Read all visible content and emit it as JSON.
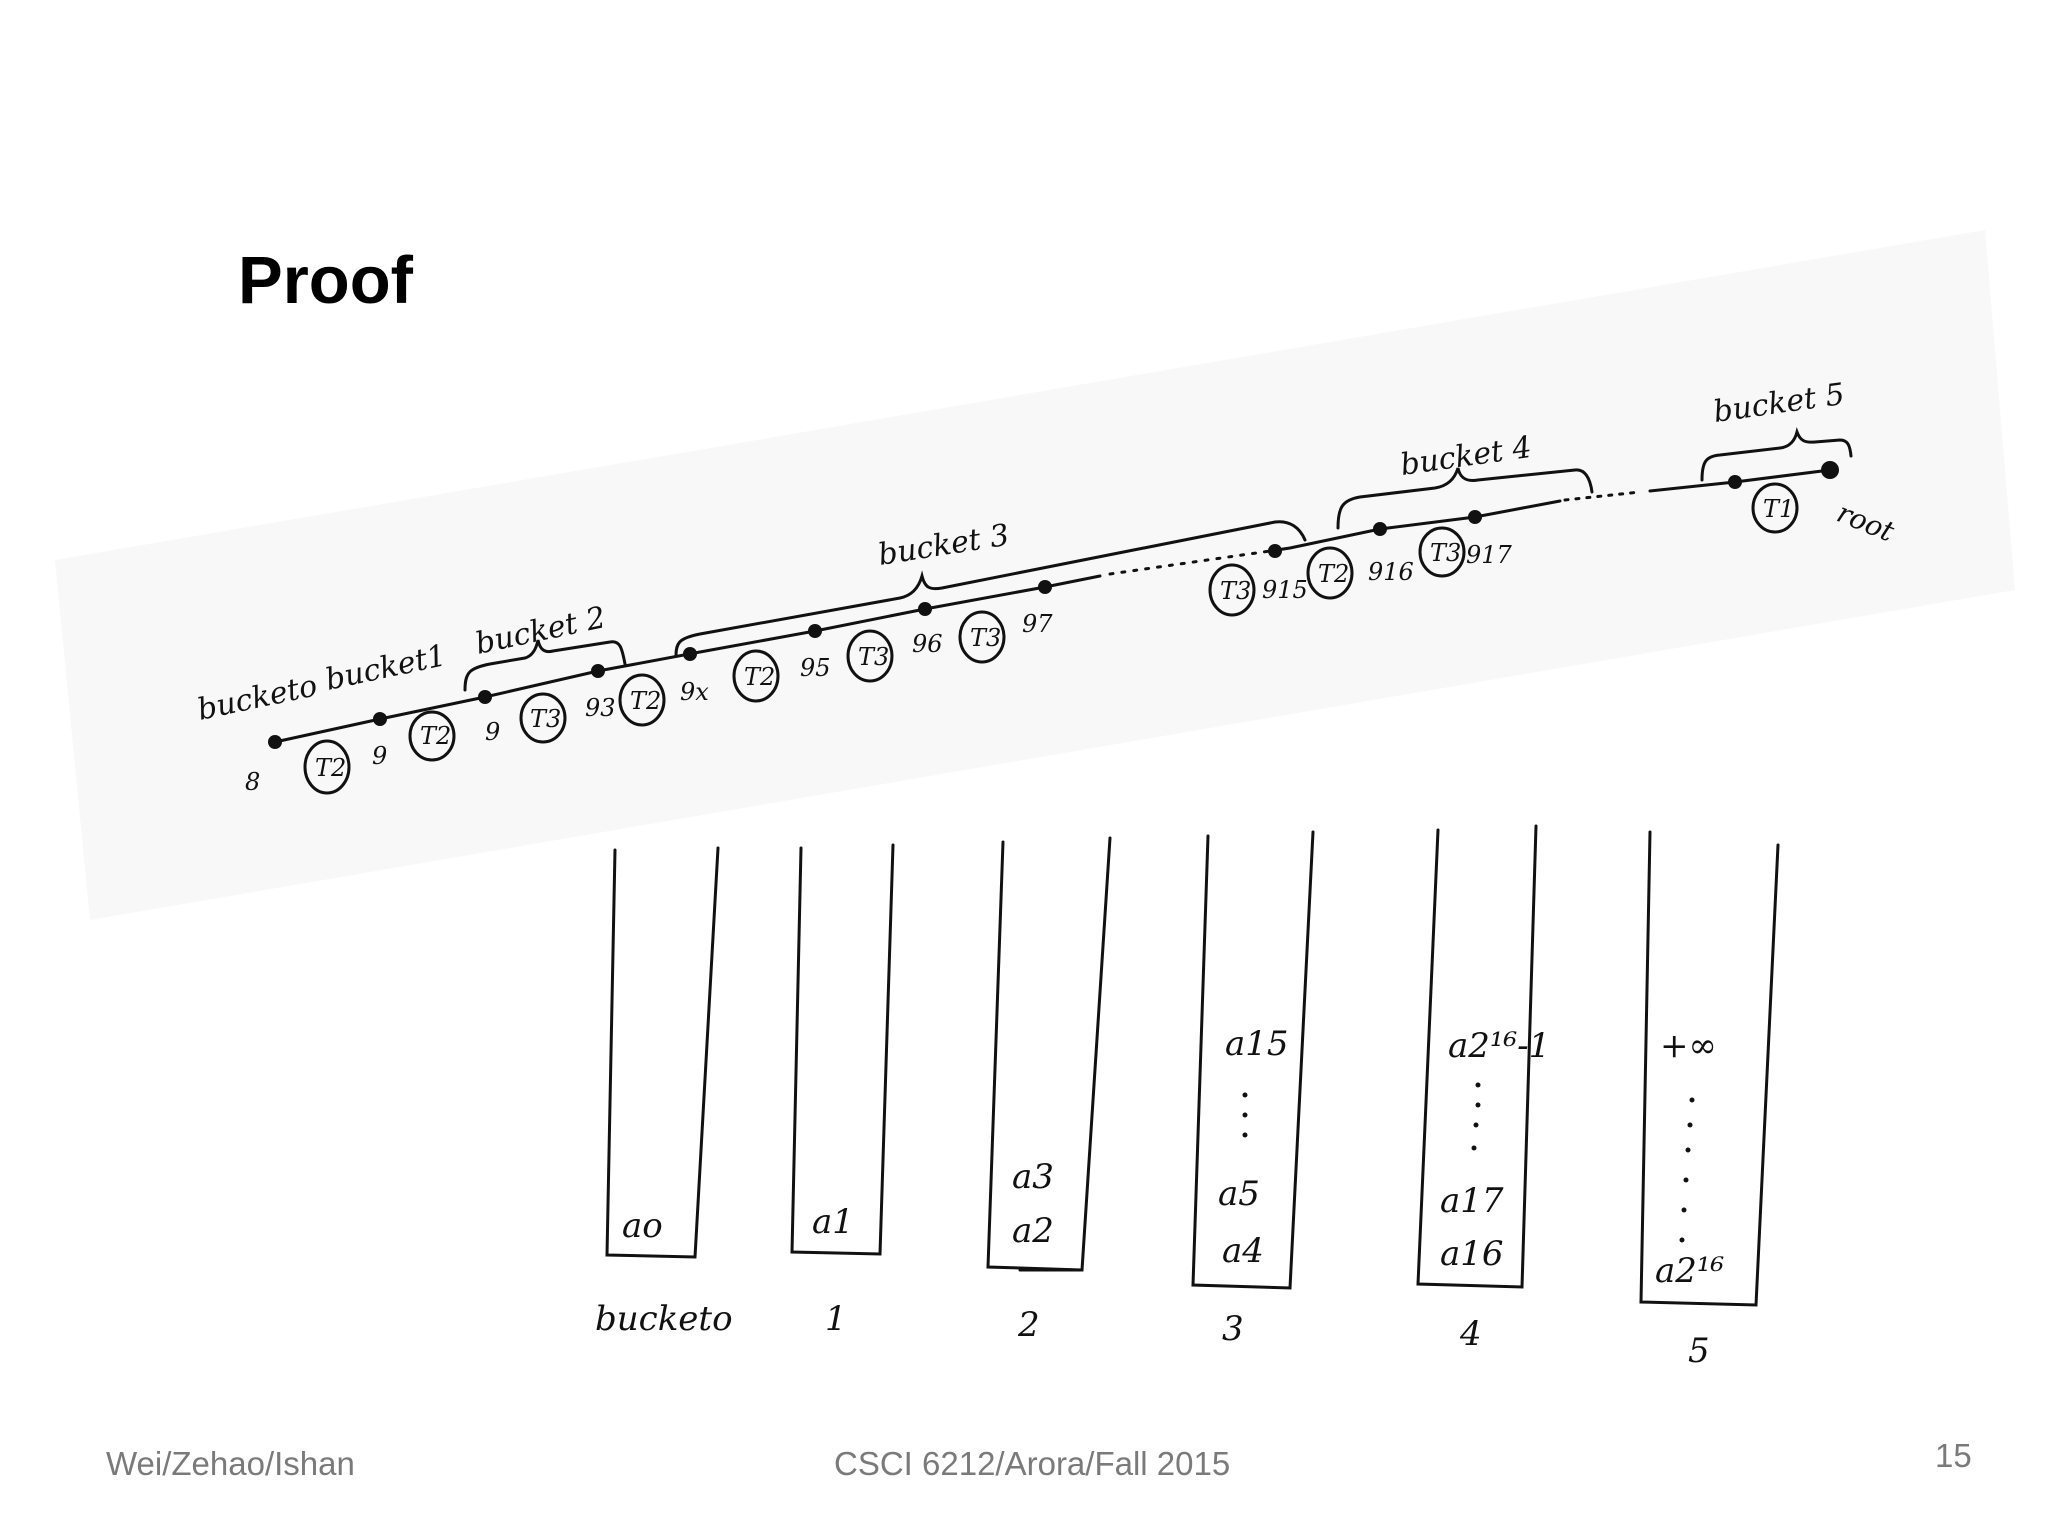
{
  "slide": {
    "title": "Proof",
    "footer_left": "Wei/Zehao/Ishan",
    "footer_center": "CSCI 6212/Arora/Fall 2015",
    "page_number": "15"
  },
  "path_diagram": {
    "bucket_labels": [
      "bucketo",
      "bucket1",
      "bucket 2",
      "bucket 3",
      "bucket 4",
      "bucket 5"
    ],
    "node_labels": [
      "8",
      "T2",
      "9",
      "T2",
      "9",
      "T3",
      "93",
      "T2",
      "9x",
      "T2",
      "95",
      "T3",
      "96",
      "T3",
      "97",
      "T3",
      "915",
      "T2",
      "916",
      "T3",
      "917",
      "T1"
    ],
    "root_label": "root"
  },
  "buckets": {
    "columns": [
      {
        "label": "bucketo",
        "entries": [
          "ao"
        ]
      },
      {
        "label": "1",
        "entries": [
          "a1"
        ]
      },
      {
        "label": "2",
        "entries": [
          "a3",
          "a2"
        ]
      },
      {
        "label": "3",
        "entries": [
          "a15",
          "a5",
          "a4"
        ]
      },
      {
        "label": "4",
        "entries": [
          "a2¹⁶-1",
          "a17",
          "a16"
        ]
      },
      {
        "label": "5",
        "entries": [
          "+∞",
          "a2¹⁶"
        ]
      }
    ]
  }
}
